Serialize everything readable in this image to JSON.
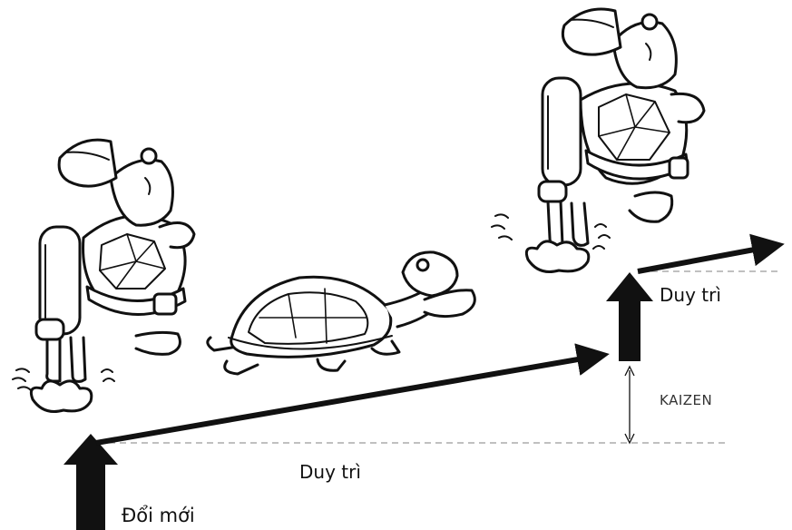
{
  "labels": {
    "innovation": "Đổi mới",
    "maintain_lower": "Duy trì",
    "maintain_upper": "Duy trì",
    "kaizen": "KAIZEN"
  },
  "colors": {
    "ink": "#111111",
    "dash": "#9a9a9a",
    "background": "#ffffff"
  },
  "figures": [
    "turtle-jetpack-left",
    "turtle-crawling",
    "turtle-jetpack-right"
  ]
}
